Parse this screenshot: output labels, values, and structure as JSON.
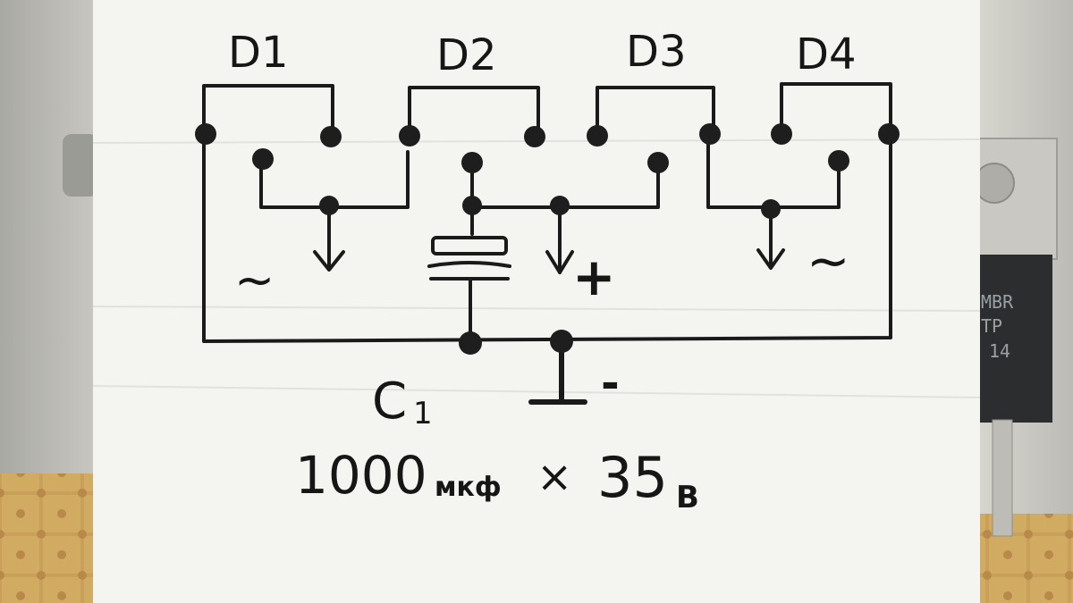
{
  "diodes": [
    "D1",
    "D2",
    "D3",
    "D4"
  ],
  "ac_symbol": "~",
  "plus_symbol": "+",
  "minus_symbol": "-",
  "capacitor": {
    "name": "C",
    "index": "1",
    "value": "1000",
    "unit_small": "мкф",
    "times": "×",
    "voltage": "35",
    "voltage_unit": "В"
  },
  "chip_marking": [
    "MBR",
    "TP",
    "14"
  ],
  "colors": {
    "paper": "#f4f4f1",
    "ink": "#1a1a1a",
    "tile": "#c9a05a",
    "heatsink": "#b9b8b2",
    "chip": "#2b2d2f"
  }
}
